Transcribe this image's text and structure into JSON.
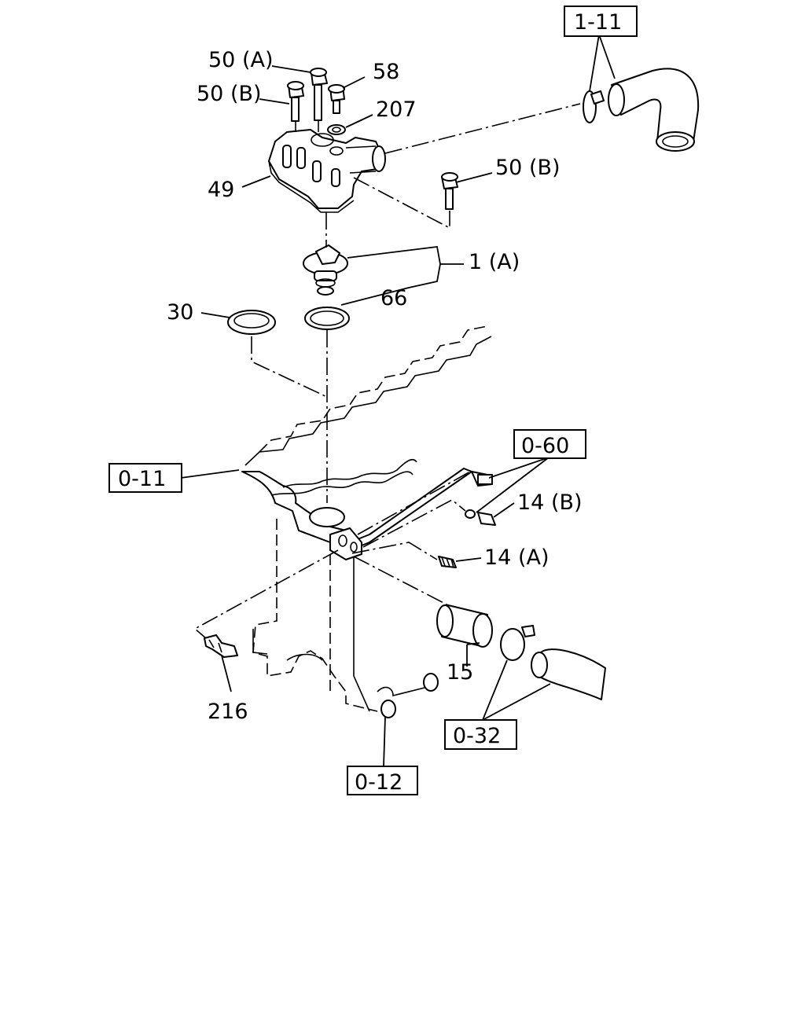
{
  "callouts": {
    "c50a": "50 (A)",
    "c58": "58",
    "c50b_top": "50 (B)",
    "c207": "207",
    "c49": "49",
    "c50b_right": "50 (B)",
    "c1a": "1 (A)",
    "c66": "66",
    "c30": "30",
    "c14b": "14 (B)",
    "c14a": "14 (A)",
    "c15": "15",
    "c216": "216"
  },
  "references": {
    "r1_11": "1-11",
    "r0_11": "0-11",
    "r0_60": "0-60",
    "r0_32": "0-32",
    "r0_12": "0-12"
  }
}
